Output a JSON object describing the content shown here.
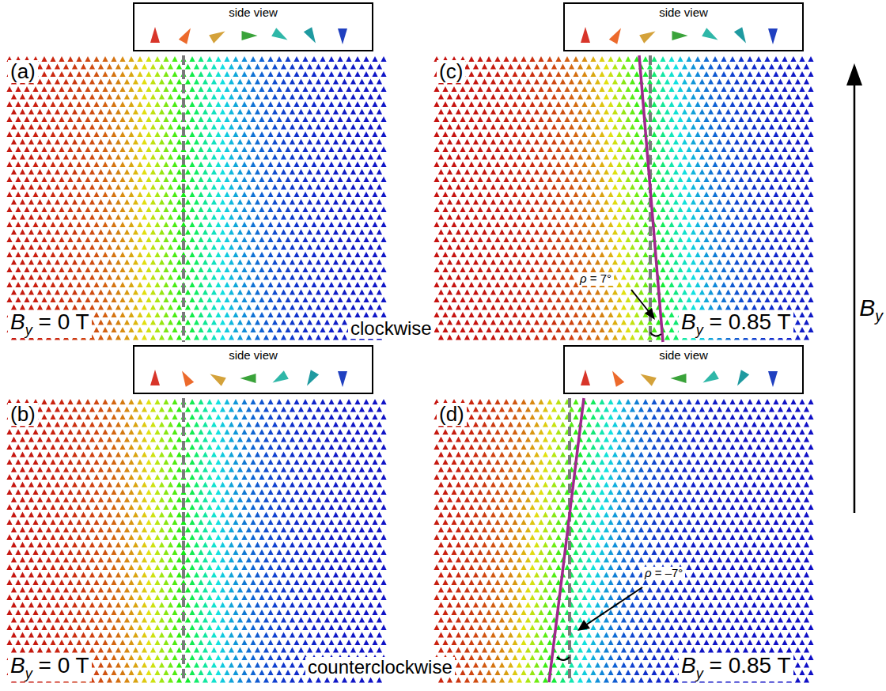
{
  "diagram": {
    "nodes": [
      {
        "text": [
          "side view"
        ]
      },
      {
        "text": [
          "side view"
        ]
      },
      {
        "text": [
          "side view"
        ]
      },
      {
        "text": [
          "side view"
        ]
      }
    ],
    "labels": [
      "(a)",
      "By = 0 T",
      "clockwise",
      "(c)",
      "ρ = 7°",
      "By = 0.85 T",
      "(b)",
      "By = 0 T",
      "counterclockwise",
      "(d)",
      "ρ = –7°",
      "By = 0.85 T",
      "By"
    ]
  }
}
